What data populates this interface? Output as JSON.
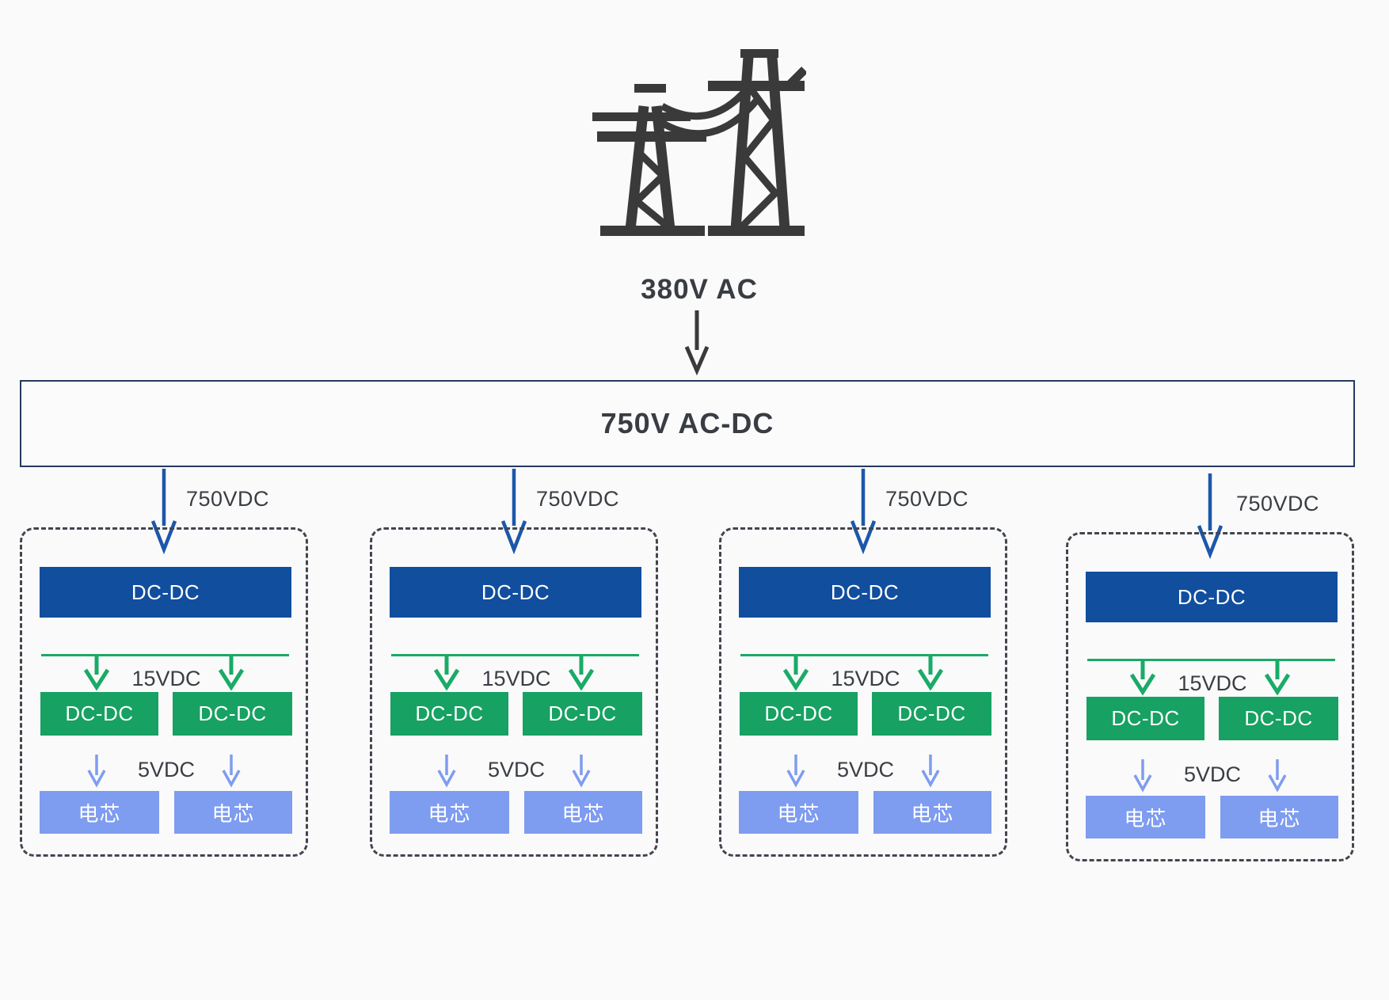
{
  "source": {
    "label": "380V AC",
    "icon": "transmission-tower-icon"
  },
  "converter": {
    "label": "750V AC-DC"
  },
  "branches": [
    {
      "voltage_label": "750VDC",
      "primary_converter_label": "DC-DC",
      "mid_voltage_label": "15VDC",
      "secondary_converter_labels": [
        "DC-DC",
        "DC-DC"
      ],
      "low_voltage_label": "5VDC",
      "cell_labels": [
        "电芯",
        "电芯"
      ]
    },
    {
      "voltage_label": "750VDC",
      "primary_converter_label": "DC-DC",
      "mid_voltage_label": "15VDC",
      "secondary_converter_labels": [
        "DC-DC",
        "DC-DC"
      ],
      "low_voltage_label": "5VDC",
      "cell_labels": [
        "电芯",
        "电芯"
      ]
    },
    {
      "voltage_label": "750VDC",
      "primary_converter_label": "DC-DC",
      "mid_voltage_label": "15VDC",
      "secondary_converter_labels": [
        "DC-DC",
        "DC-DC"
      ],
      "low_voltage_label": "5VDC",
      "cell_labels": [
        "电芯",
        "电芯"
      ]
    },
    {
      "voltage_label": "750VDC",
      "primary_converter_label": "DC-DC",
      "mid_voltage_label": "15VDC",
      "secondary_converter_labels": [
        "DC-DC",
        "DC-DC"
      ],
      "low_voltage_label": "5VDC",
      "cell_labels": [
        "电芯",
        "电芯"
      ]
    }
  ],
  "colors": {
    "background": "#fafafa",
    "icon_dark": "#3a3a3a",
    "text_dark": "#3a3e44",
    "converter_border_navy": "#25395f",
    "branch_arrow_blue": "#1c57aa",
    "primary_dcdc_blue": "#114e9e",
    "secondary_dcdc_green": "#17a163",
    "bus_green": "#19ab67",
    "cell_periwinkle": "#7e9cf0",
    "dash_gray": "#42464e"
  }
}
